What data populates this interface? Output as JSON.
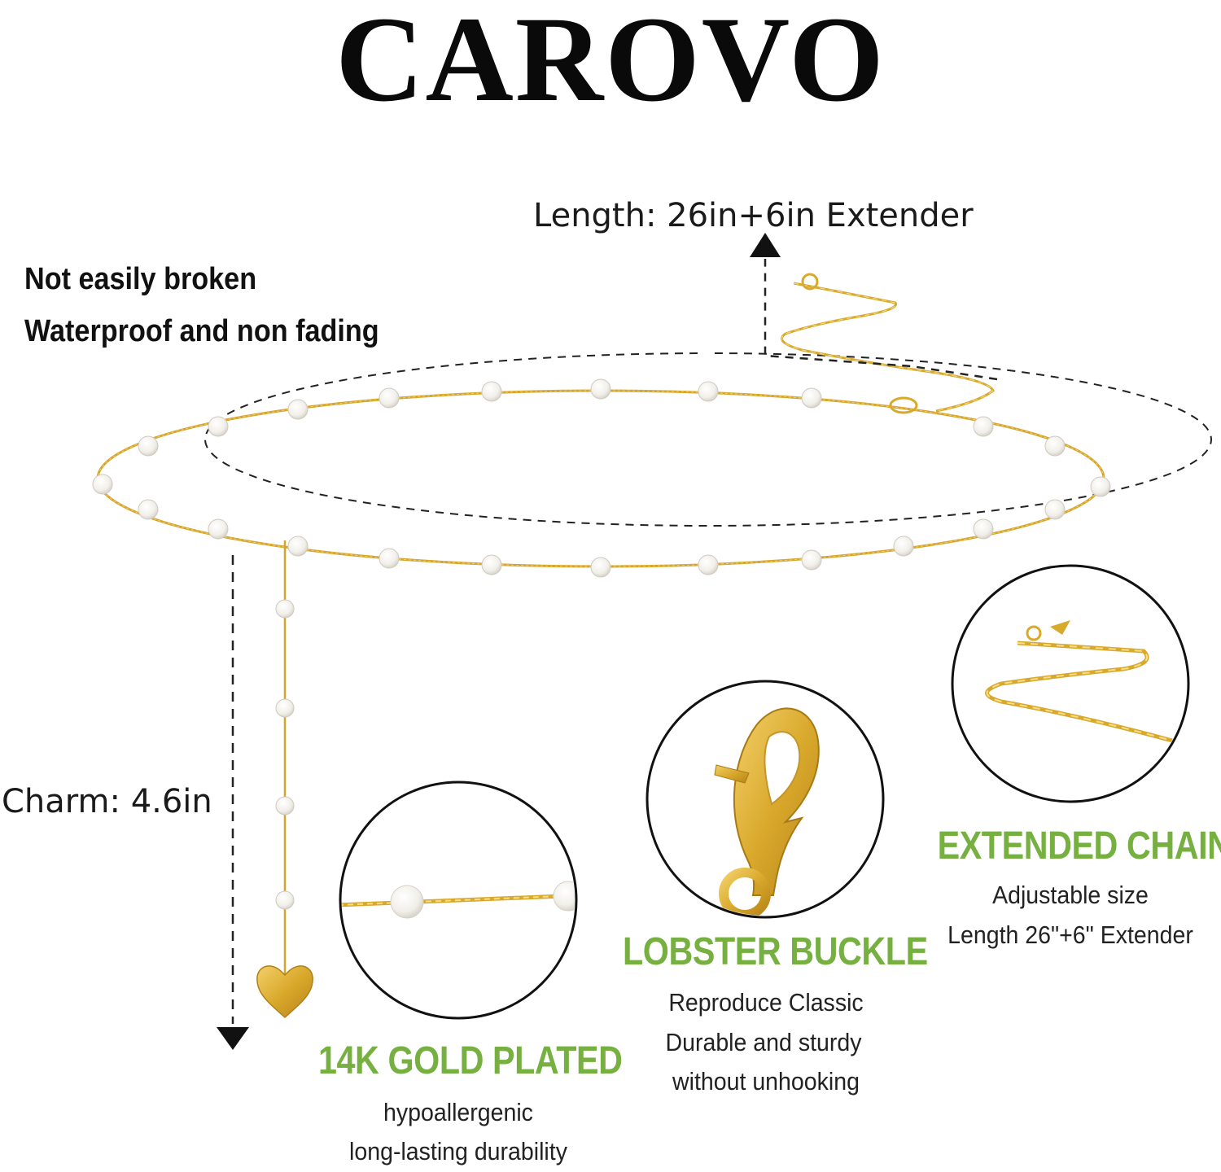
{
  "brand": "CAROVO",
  "features": {
    "line1": "Not easily broken",
    "line2": "Waterproof and non fading"
  },
  "dimensions": {
    "length": "Length: 26in+6in Extender",
    "charm": "Charm: 4.6in"
  },
  "callouts": {
    "gold": {
      "title": "14K GOLD PLATED",
      "lines": [
        "hypoallergenic",
        "long-lasting durability"
      ]
    },
    "buckle": {
      "title": "LOBSTER BUCKLE",
      "lines": [
        "Reproduce Classic",
        "Durable and sturdy",
        "without unhooking"
      ]
    },
    "chain": {
      "title": "EXTENDED CHAIN",
      "lines": [
        "Adjustable size",
        "Length 26\"+6\" Extender"
      ]
    }
  },
  "colors": {
    "accent_green": "#76b041",
    "gold": "#d9a92c",
    "pearl": "#f3f1ec"
  }
}
